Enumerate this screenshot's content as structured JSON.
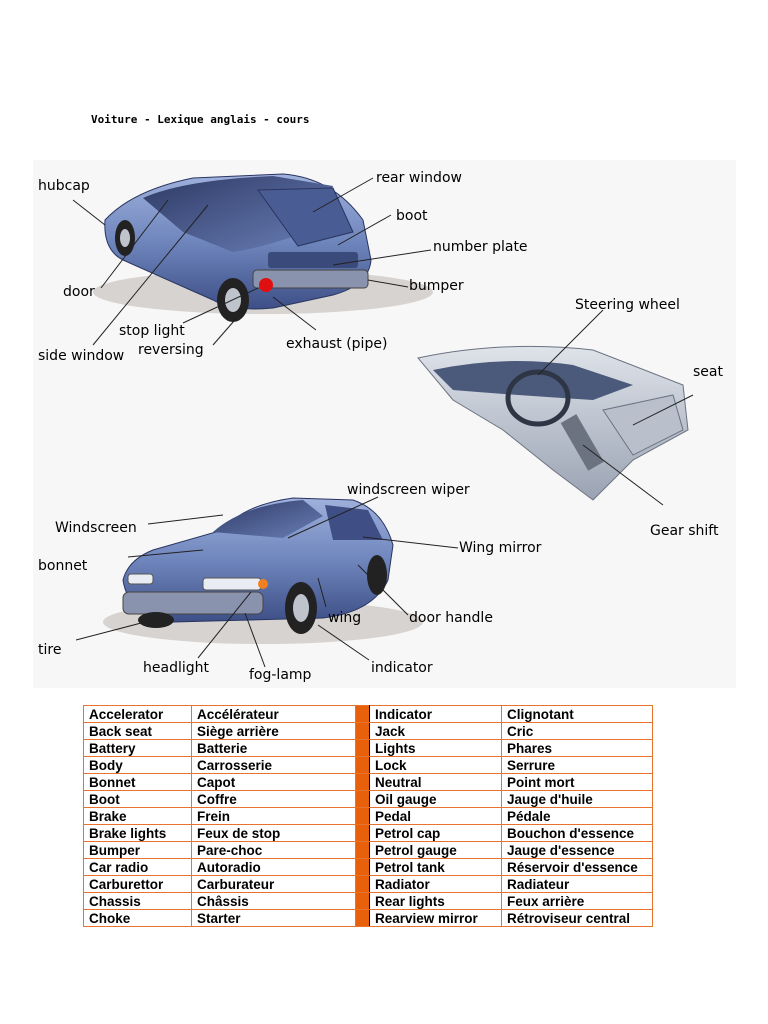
{
  "title": "Voiture - Lexique anglais - cours",
  "labels": {
    "hubcap": "hubcap",
    "rear_window": "rear window",
    "boot": "boot",
    "number_plate": "number plate",
    "bumper_rear": "bumper",
    "door": "door",
    "stop_light": "stop light",
    "side_window": "side window",
    "reversing": "reversing",
    "exhaust": "exhaust (pipe)",
    "steering_wheel": "Steering wheel",
    "seat": "seat",
    "gear_shift": "Gear shift",
    "windscreen_wiper": "windscreen wiper",
    "windscreen": "Windscreen",
    "wing_mirror": "Wing mirror",
    "bonnet": "bonnet",
    "wing": "wing",
    "door_handle": "door handle",
    "tire": "tire",
    "headlight": "headlight",
    "fog_lamp": "fog-lamp",
    "indicator": "indicator"
  },
  "colors": {
    "table_border": "#e8732a",
    "separator": "#e85f0c",
    "car_body": "#6f86bd",
    "car_dark": "#3d4f86"
  },
  "vocabulary": {
    "left": [
      [
        "Accelerator",
        "Accélérateur"
      ],
      [
        "Back seat",
        "Siège arrière"
      ],
      [
        "Battery",
        "Batterie"
      ],
      [
        "Body",
        "Carrosserie"
      ],
      [
        "Bonnet",
        "Capot"
      ],
      [
        "Boot",
        "Coffre"
      ],
      [
        "Brake",
        "Frein"
      ],
      [
        "Brake lights",
        "Feux de stop"
      ],
      [
        "Bumper",
        "Pare-choc"
      ],
      [
        "Car radio",
        "Autoradio"
      ],
      [
        "Carburettor",
        "Carburateur"
      ],
      [
        "Chassis",
        "Châssis"
      ],
      [
        "Choke",
        "Starter"
      ]
    ],
    "right": [
      [
        "Indicator",
        "Clignotant"
      ],
      [
        "Jack",
        "Cric"
      ],
      [
        "Lights",
        "Phares"
      ],
      [
        "Lock",
        "Serrure"
      ],
      [
        "Neutral",
        "Point mort"
      ],
      [
        "Oil gauge",
        "Jauge d'huile"
      ],
      [
        "Pedal",
        "Pédale"
      ],
      [
        "Petrol cap",
        "Bouchon d'essence"
      ],
      [
        "Petrol gauge",
        "Jauge d'essence"
      ],
      [
        "Petrol tank",
        "Réservoir d'essence"
      ],
      [
        "Radiator",
        "Radiateur"
      ],
      [
        "Rear lights",
        "Feux arrière"
      ],
      [
        "Rearview mirror",
        "Rétroviseur central"
      ]
    ]
  }
}
